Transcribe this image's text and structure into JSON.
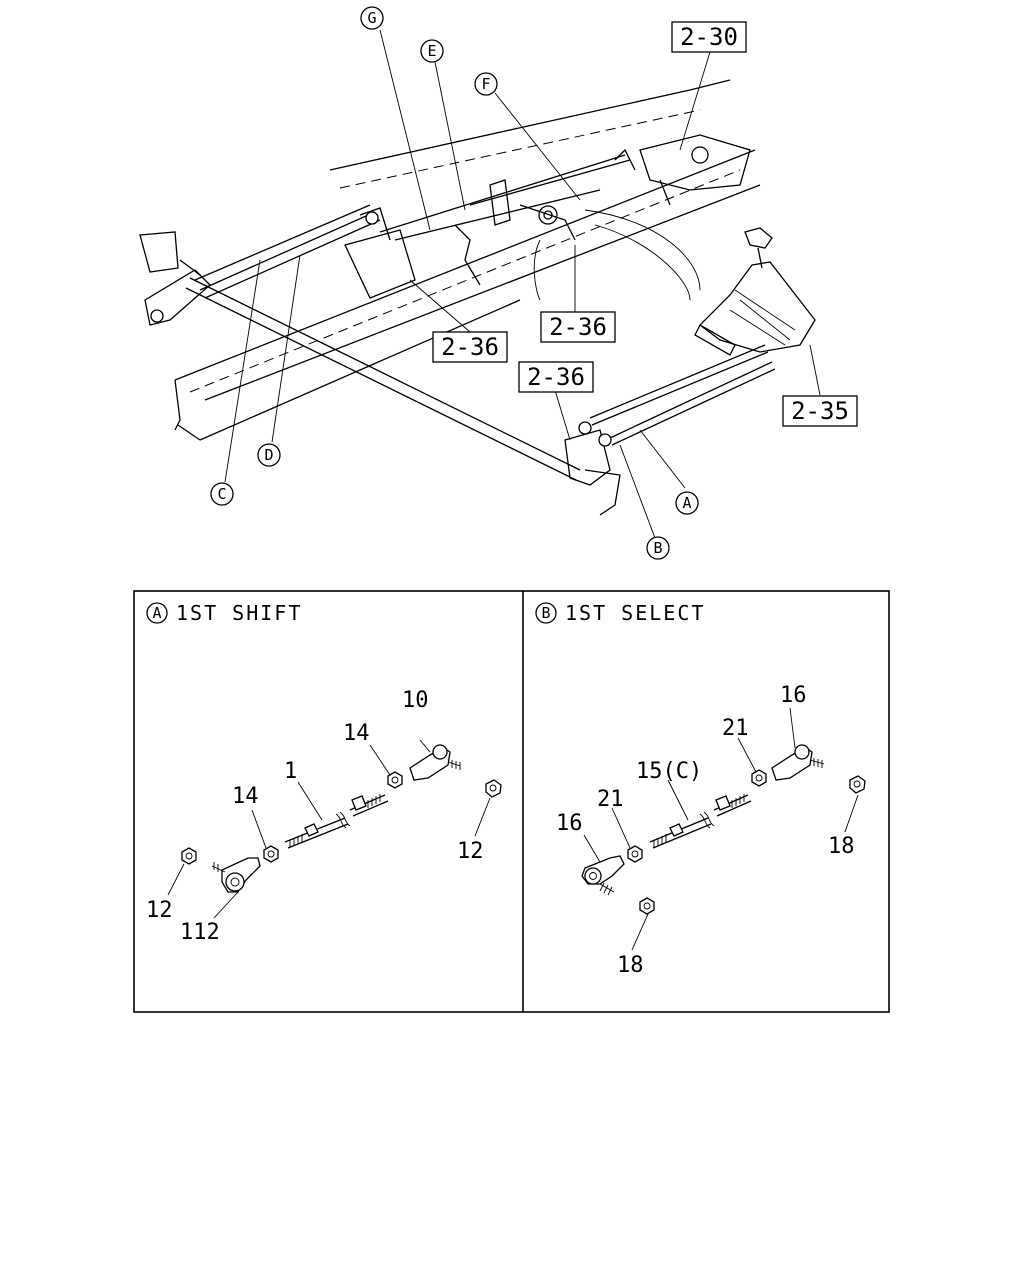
{
  "overview": {
    "ref_callouts": [
      "2-30",
      "2-36",
      "2-36",
      "2-36",
      "2-35"
    ],
    "circle_callouts": [
      "G",
      "E",
      "F",
      "D",
      "C",
      "A",
      "B"
    ]
  },
  "panel_a": {
    "marker": "A",
    "title": "1ST SHIFT",
    "labels": [
      "10",
      "14",
      "1",
      "14",
      "12",
      "12",
      "112"
    ]
  },
  "panel_b": {
    "marker": "B",
    "title": "1ST SELECT",
    "labels": [
      "16",
      "21",
      "15(C)",
      "21",
      "16",
      "18",
      "18"
    ]
  }
}
